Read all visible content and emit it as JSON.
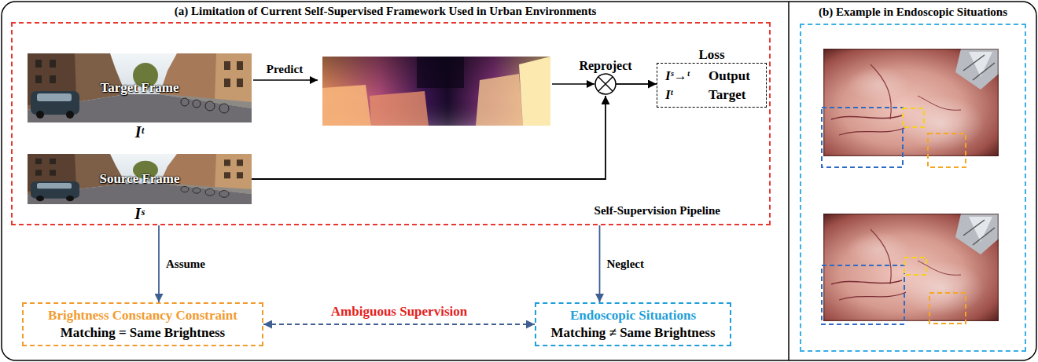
{
  "diagram": {
    "nodes": [
      {
        "text": [
          "Self-Supervision Pipeline"
        ]
      },
      {
        "text": [
          "Target Frame",
          "Iᵗ"
        ],
        "in": 0
      },
      {
        "text": [
          "Source Frame",
          "Iˢ"
        ],
        "in": 0
      },
      {
        "text": [
          "Reproject"
        ],
        "in": 0
      },
      {
        "text": [
          "Loss",
          "Iˢ→ᵗ",
          "Output",
          "Iᵗ",
          "Target"
        ],
        "in": 0
      },
      {
        "text": [
          "Brightness Constancy Constraint",
          "Matching = Same Brightness"
        ]
      },
      {
        "text": [
          "Endoscopic Situations",
          "Matching ≠ Same Brightness"
        ]
      },
      {
        "text": [
          "(b) Example in Endoscopic Situations"
        ]
      }
    ],
    "edges": [
      {
        "from": 2,
        "to": 3,
        "arrow": "to"
      },
      {
        "from": 3,
        "to": 4,
        "arrow": "to"
      },
      {
        "from": 0,
        "to": 5,
        "label": "Assume",
        "arrow": "to"
      },
      {
        "from": 0,
        "to": 6,
        "label": "Neglect",
        "arrow": "to"
      },
      {
        "from": 5,
        "to": 6,
        "label": "Ambiguous Supervision",
        "arrow": "both"
      }
    ],
    "labels": [
      "(a) Limitation of Current Self-Supervised Framework Used in Urban Environments",
      "Predict"
    ]
  }
}
